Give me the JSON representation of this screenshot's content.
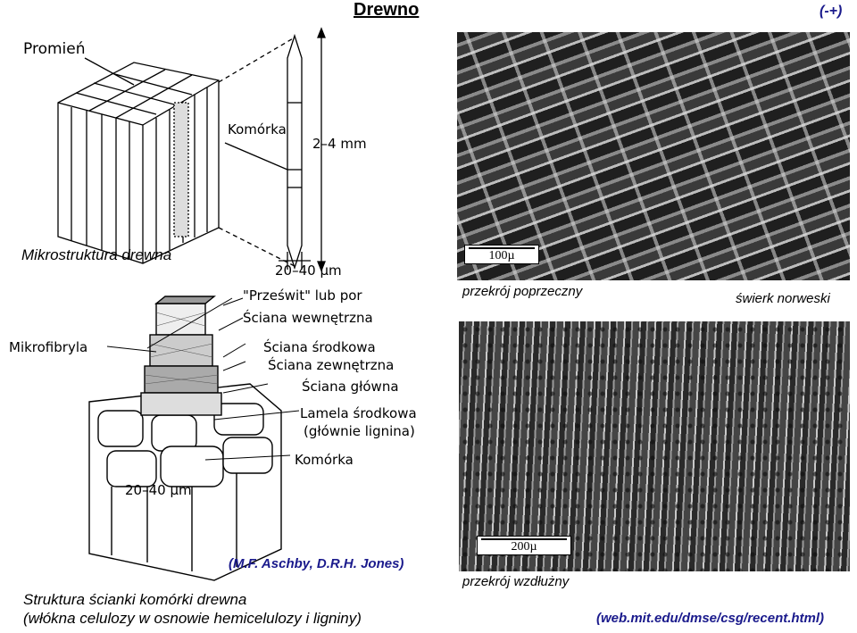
{
  "title": "Drewno",
  "corner_mark": "(-+)",
  "top_left": {
    "labels": {
      "ray": "Promień",
      "cell": "Komórka",
      "length": "2–4 mm",
      "width": "20–40 µm"
    },
    "caption": "Mikrostruktura drewna"
  },
  "bottom_left": {
    "labels": {
      "lumen": "\"Prześwit\" lub por",
      "inner_wall": "Ściana wewnętrzna",
      "middle_wall": "Ściana środkowa",
      "outer_wall": "Ściana zewnętrzna",
      "primary_wall": "Ściana główna",
      "middle_lamella": "Lamela środkowa",
      "lignin": "(głównie lignina)",
      "cell": "Komórka",
      "microfibril": "Mikrofibryla",
      "width": "20–40 µm"
    },
    "source": "(M.F. Aschby, D.R.H. Jones)",
    "caption_line1": "Struktura ścianki komórki drewna",
    "caption_line2": "(włókna celulozy w osnowie hemicelulozy i ligniny)"
  },
  "right": {
    "sem1_scale": "100µ",
    "sem1_caption": "przekrój poprzeczny",
    "species": "świerk norweski",
    "sem2_scale": "200µ",
    "sem2_caption": "przekrój wzdłużny",
    "source_url": "(web.mit.edu/dmse/csg/recent.html)"
  }
}
